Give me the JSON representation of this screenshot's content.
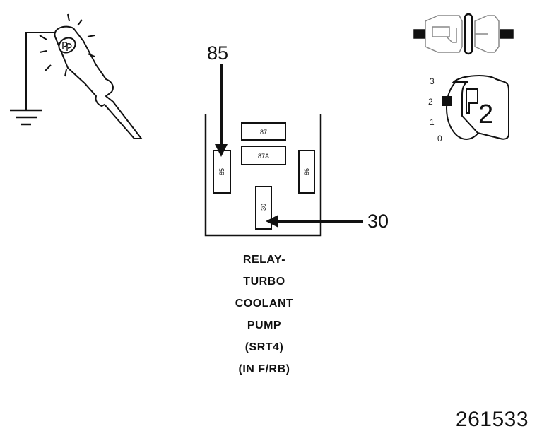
{
  "relay": {
    "terminals": {
      "t87": "87",
      "t87a": "87A",
      "t85": "85",
      "t86": "86",
      "t30": "30"
    },
    "callouts": {
      "left": "85",
      "right": "30"
    },
    "caption_lines": [
      "RELAY-",
      "TURBO",
      "COOLANT",
      "PUMP",
      "(SRT4)",
      "(IN F/RB)"
    ]
  },
  "ignition": {
    "positions": [
      "3",
      "2",
      "1",
      "0"
    ],
    "selected": "2"
  },
  "icons": {
    "test_light": "test-light-icon",
    "ground": "ground-icon",
    "connector": "connector-disconnected-icon",
    "key": "ignition-key-icon"
  },
  "colors": {
    "line": "#111111",
    "connector_fill": "#ffffff"
  },
  "figure_id": "261533"
}
